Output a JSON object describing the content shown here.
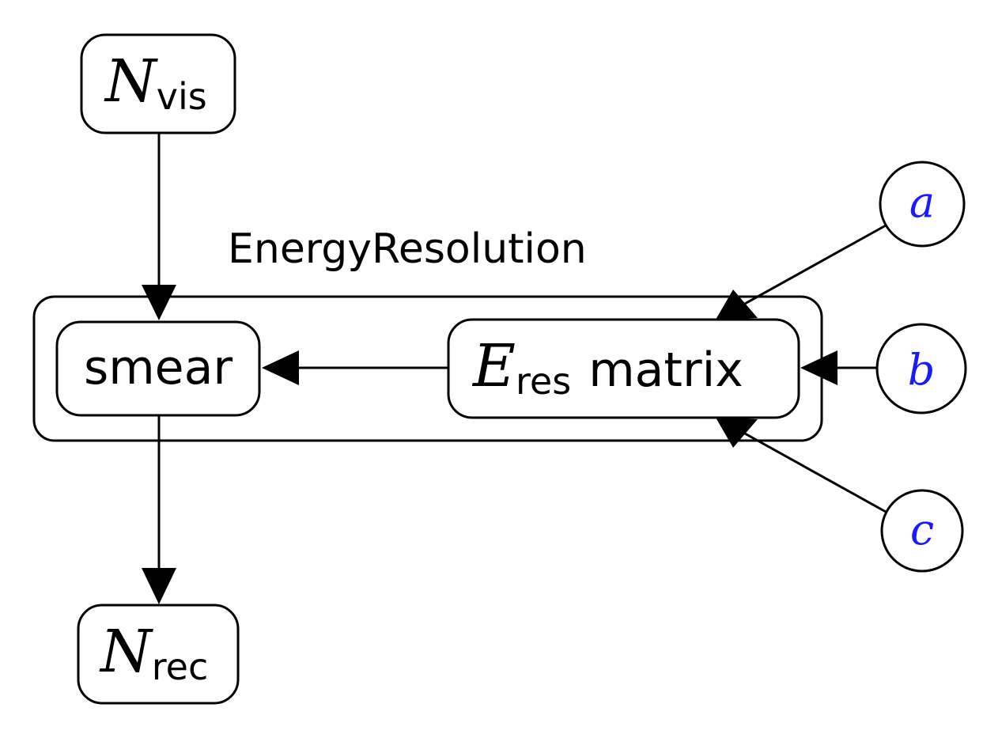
{
  "nodes": {
    "n_vis": {
      "symbol": "N",
      "subscript": "vis"
    },
    "energy_resolution": {
      "label": "EnergyResolution"
    },
    "smear": {
      "label": "smear"
    },
    "e_res_matrix": {
      "symbol": "E",
      "subscript": "res",
      "suffix": "matrix"
    },
    "n_rec": {
      "symbol": "N",
      "subscript": "rec"
    },
    "param_a": {
      "label": "a"
    },
    "param_b": {
      "label": "b"
    },
    "param_c": {
      "label": "c"
    }
  },
  "colors": {
    "stroke": "#000000",
    "parameter_text": "#1a1aff",
    "background": "#ffffff"
  }
}
